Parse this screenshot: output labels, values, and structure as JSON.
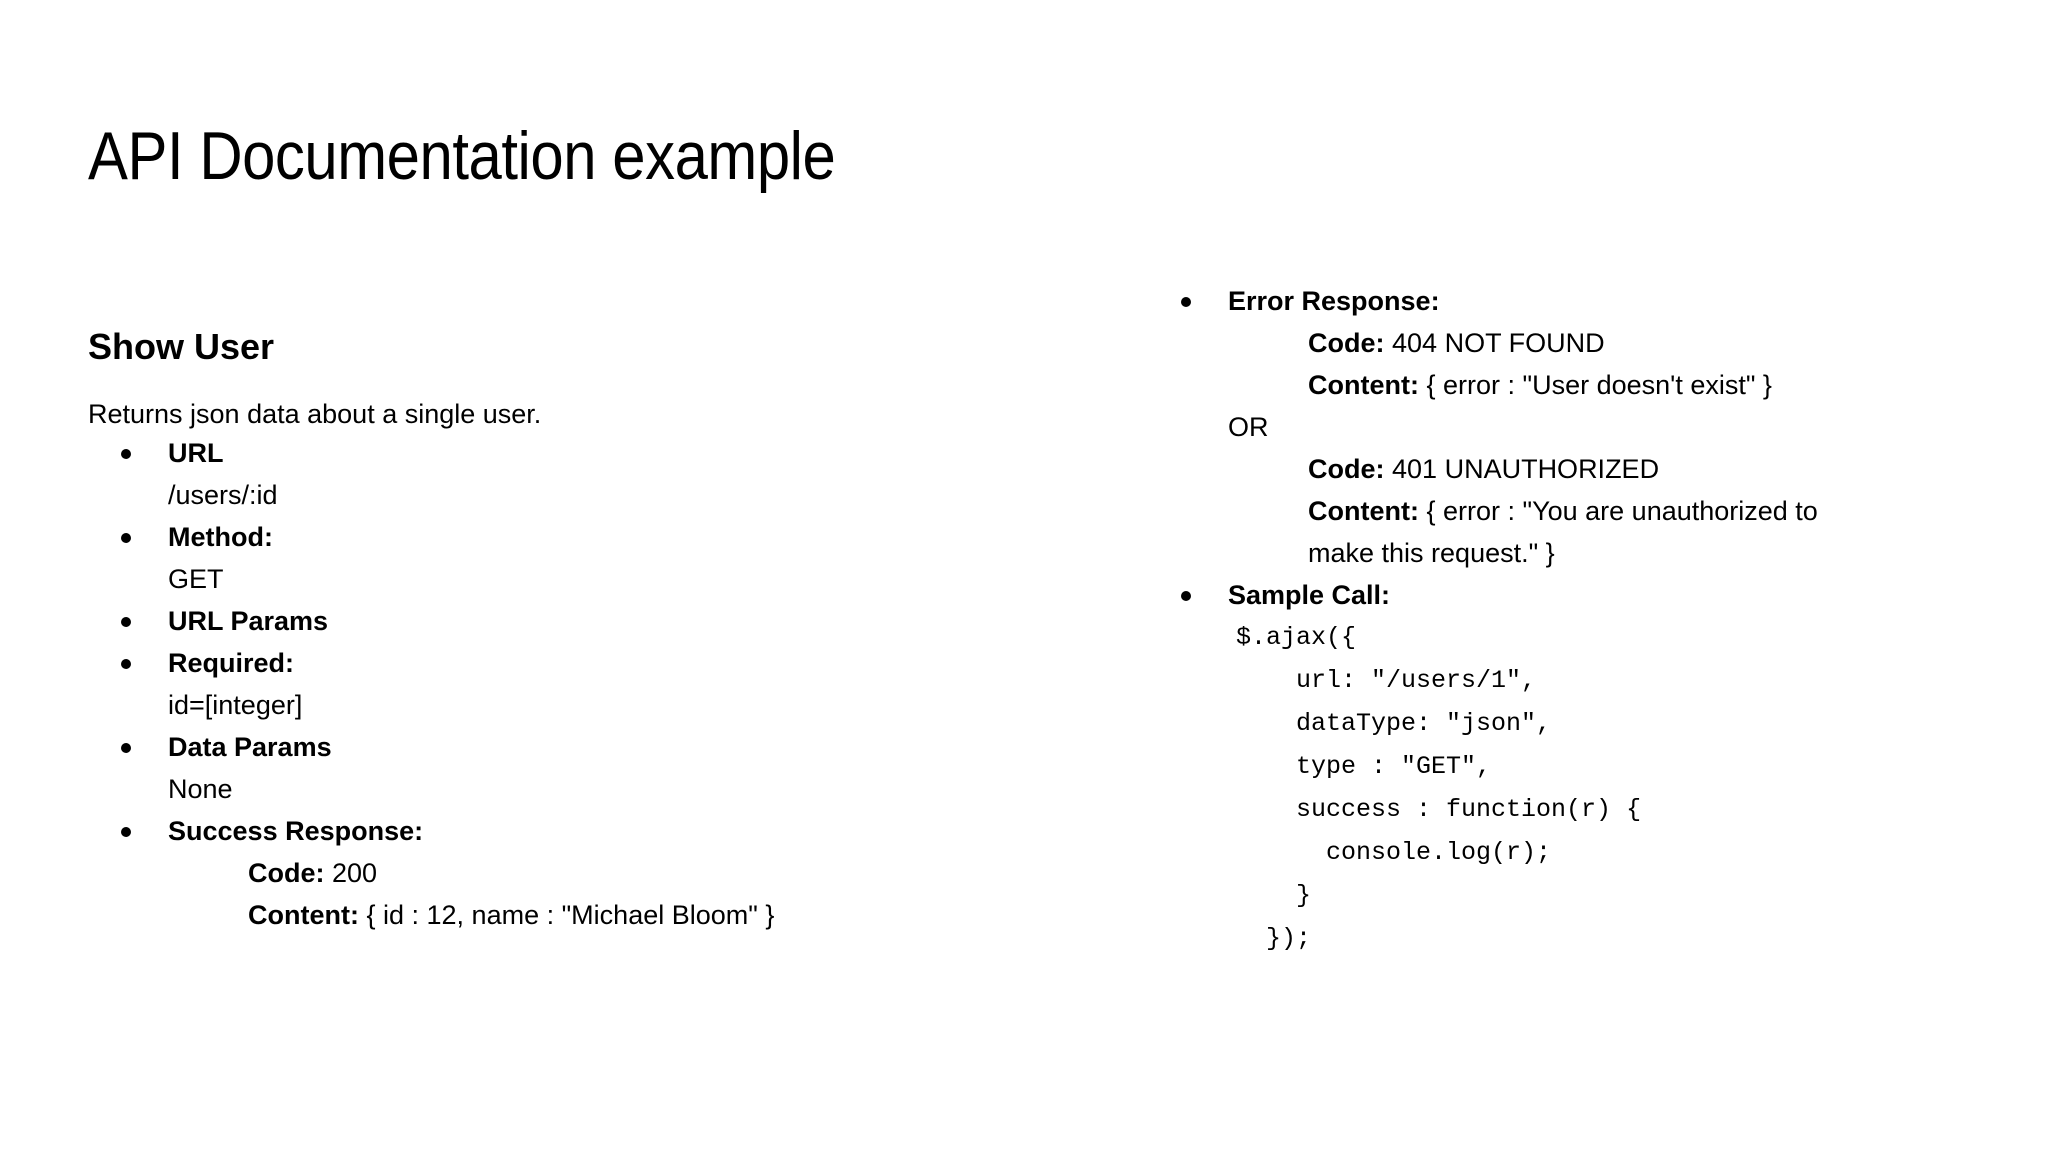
{
  "slide": {
    "title": "API Documentation example",
    "background_color": "#ffffff",
    "text_color": "#000000"
  },
  "left_column": {
    "heading": "Show User",
    "description": "Returns json data about a single user.",
    "items": [
      {
        "label": "URL",
        "value": "/users/:id"
      },
      {
        "label": "Method:",
        "value": "GET"
      },
      {
        "label": "URL Params",
        "value": ""
      },
      {
        "label": "Required:",
        "value": "id=[integer]"
      },
      {
        "label": "Data Params",
        "value": "None"
      },
      {
        "label": "Success Response:",
        "value": ""
      }
    ],
    "success_response": {
      "code_label": "Code:",
      "code_value": "200",
      "content_label": "Content:",
      "content_value": "{ id : 12, name : \"Michael Bloom\" }"
    }
  },
  "right_column": {
    "error_response": {
      "bullet_label": "Error Response:",
      "first": {
        "code_label": "Code:",
        "code_value": "404 NOT FOUND",
        "content_label": "Content:",
        "content_value": "{ error : \"User doesn't exist\" }"
      },
      "separator": "OR",
      "second": {
        "code_label": "Code:",
        "code_value": "401 UNAUTHORIZED",
        "content_label": "Content:",
        "content_value": "{ error : \"You are unauthorized to",
        "content_value_line2": "make this request.\" }"
      }
    },
    "sample_call": {
      "bullet_label": "Sample Call:",
      "code": "$.ajax({\n    url: \"/users/1\",\n    dataType: \"json\",\n    type : \"GET\",\n    success : function(r) {\n      console.log(r);\n    }\n  });"
    }
  }
}
